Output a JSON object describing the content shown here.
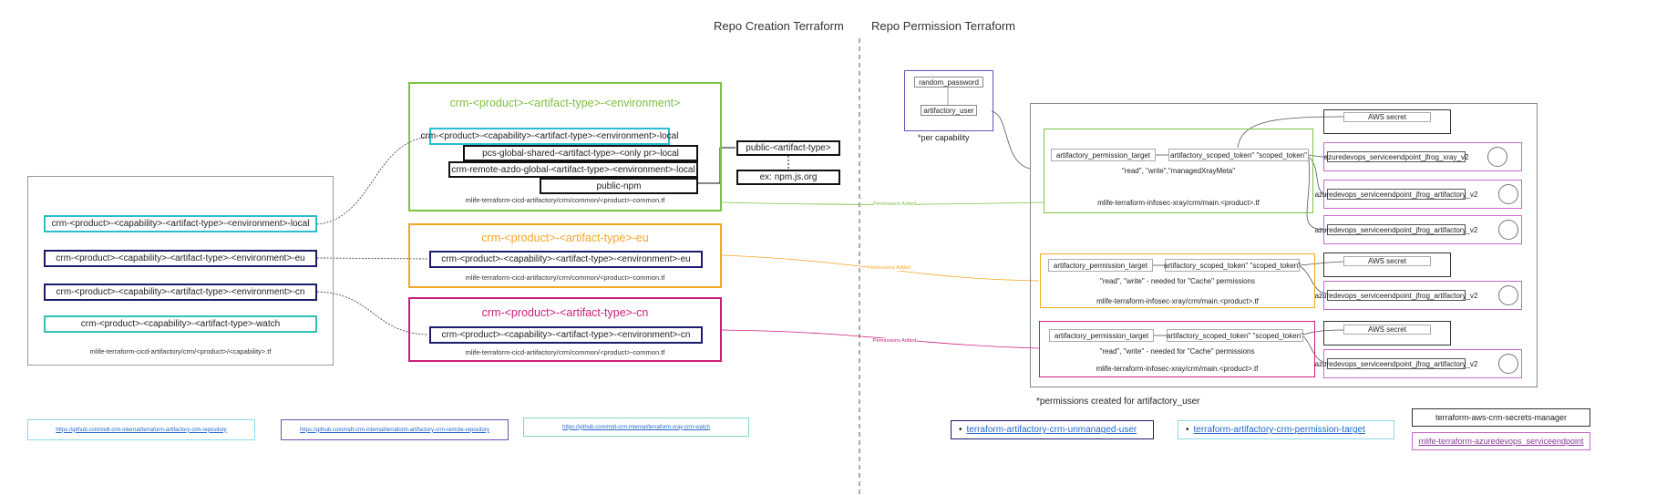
{
  "headers": {
    "left": "Repo Creation Terraform",
    "right": "Repo Permission Terraform"
  },
  "capability_module": {
    "boxes": [
      "crm-<product>-<capability>-<artifact-type>-<environment>-local",
      "crm-<product>-<capability>-<artifact-type>-<environment>-eu",
      "crm-<product>-<capability>-<artifact-type>-<environment>-cn",
      "crm-<product>-<capability>-<artifact-type>-watch"
    ],
    "path": "mlife-terraform-cicd-artifactory/crm/<product>/<capability>.tf"
  },
  "common_module": {
    "heading": "crm-<product>-<artifact-type>-<environment>",
    "boxes": [
      "crm-<product>-<capability>-<artifact-type>-<environment>-local",
      "pcs-global-shared-<artifact-type>-<only pr>-local",
      "crm-remote-azdo-global-<artifact-type>-<environment>-local",
      "public-npm"
    ],
    "path": "mlife-terraform-cicd-artifactory/crm/common/<product>-common.tf"
  },
  "public_artifact": {
    "label": "public-<artifact-type>",
    "example": "ex: npm.js.org"
  },
  "eu_module": {
    "heading": "crm-<product>-<artifact-type>-eu",
    "box": "crm-<product>-<capability>-<artifact-type>-<environment>-eu",
    "path": "mlife-terraform-cicd-artifactory/crm/common/<product>-common.tf"
  },
  "cn_module": {
    "heading": "crm-<product>-<artifact-type>-cn",
    "box": "crm-<product>-<capability>-<artifact-type>-<environment>-cn",
    "path": "mlife-terraform-cicd-artifactory/crm/common/<product>-common.tf"
  },
  "edge_labels": {
    "green": "Permissions Added",
    "orange": "Permissions Added",
    "pink": "Permissions Added"
  },
  "user_block": {
    "password": "random_password",
    "user": "artifactory_user",
    "note": "*per capability"
  },
  "permission_blocks": [
    {
      "target": "artifactory_permission_target",
      "token": "artifactory_scoped_token\" \"scoped_token\"",
      "perms": "\"read\", \"write\",\"managedXrayMeta\"",
      "path": "mlife-terraform-infosec-xray/crm/main.<product>.tf"
    },
    {
      "target": "artifactory_permission_target",
      "token": "artifactory_scoped_token\" \"scoped_token\"",
      "perms": "\"read\", \"write\" - needed for \"Cache\" permissions",
      "path": "mlife-terraform-infosec-xray/crm/main.<product>.tf"
    },
    {
      "target": "artifactory_permission_target",
      "token": "artifactory_scoped_token\" \"scoped_token\"",
      "perms": "\"read\", \"write\" - needed for \"Cache\" permissions",
      "path": "mlife-terraform-infosec-xray/crm/main.<product>.tf"
    }
  ],
  "outputs": {
    "aws_secret": "AWS secret",
    "xray_endpoint": "azuredevops_serviceendpoint_jfrog_xray_v2",
    "artifactory_endpoint": "azuredevops_serviceendpoint_jfrog_artifactory_v2"
  },
  "footnote": "*permissions created for artifactory_user",
  "links": [
    "https://github.com/mdt-crm-internal/terraform-artifactory-crm-repository",
    "https://github.com/mdt-crm-internal/terraform-artifactory-crm-remote-repository",
    "https://github.com/mdt-crm-internal/terraform-xray-crm-watch"
  ],
  "right_links": [
    "terraform-artifactory-crm-unmanaged-user",
    "terraform-artifactory-crm-permission-target"
  ],
  "right_modules": [
    "terraform-aws-crm-secrets-manager",
    "mlife-terraform-azuredevops_serviceendpoint"
  ],
  "colors": {
    "green": "#7dc242",
    "orange": "#f5a623",
    "pink": "#cc1f7a",
    "cyan": "#2bbcd0",
    "navy": "#1d1b6e",
    "teal": "#2fc4b2",
    "purple": "#6b4fb8",
    "magenta": "#c86ac8"
  }
}
